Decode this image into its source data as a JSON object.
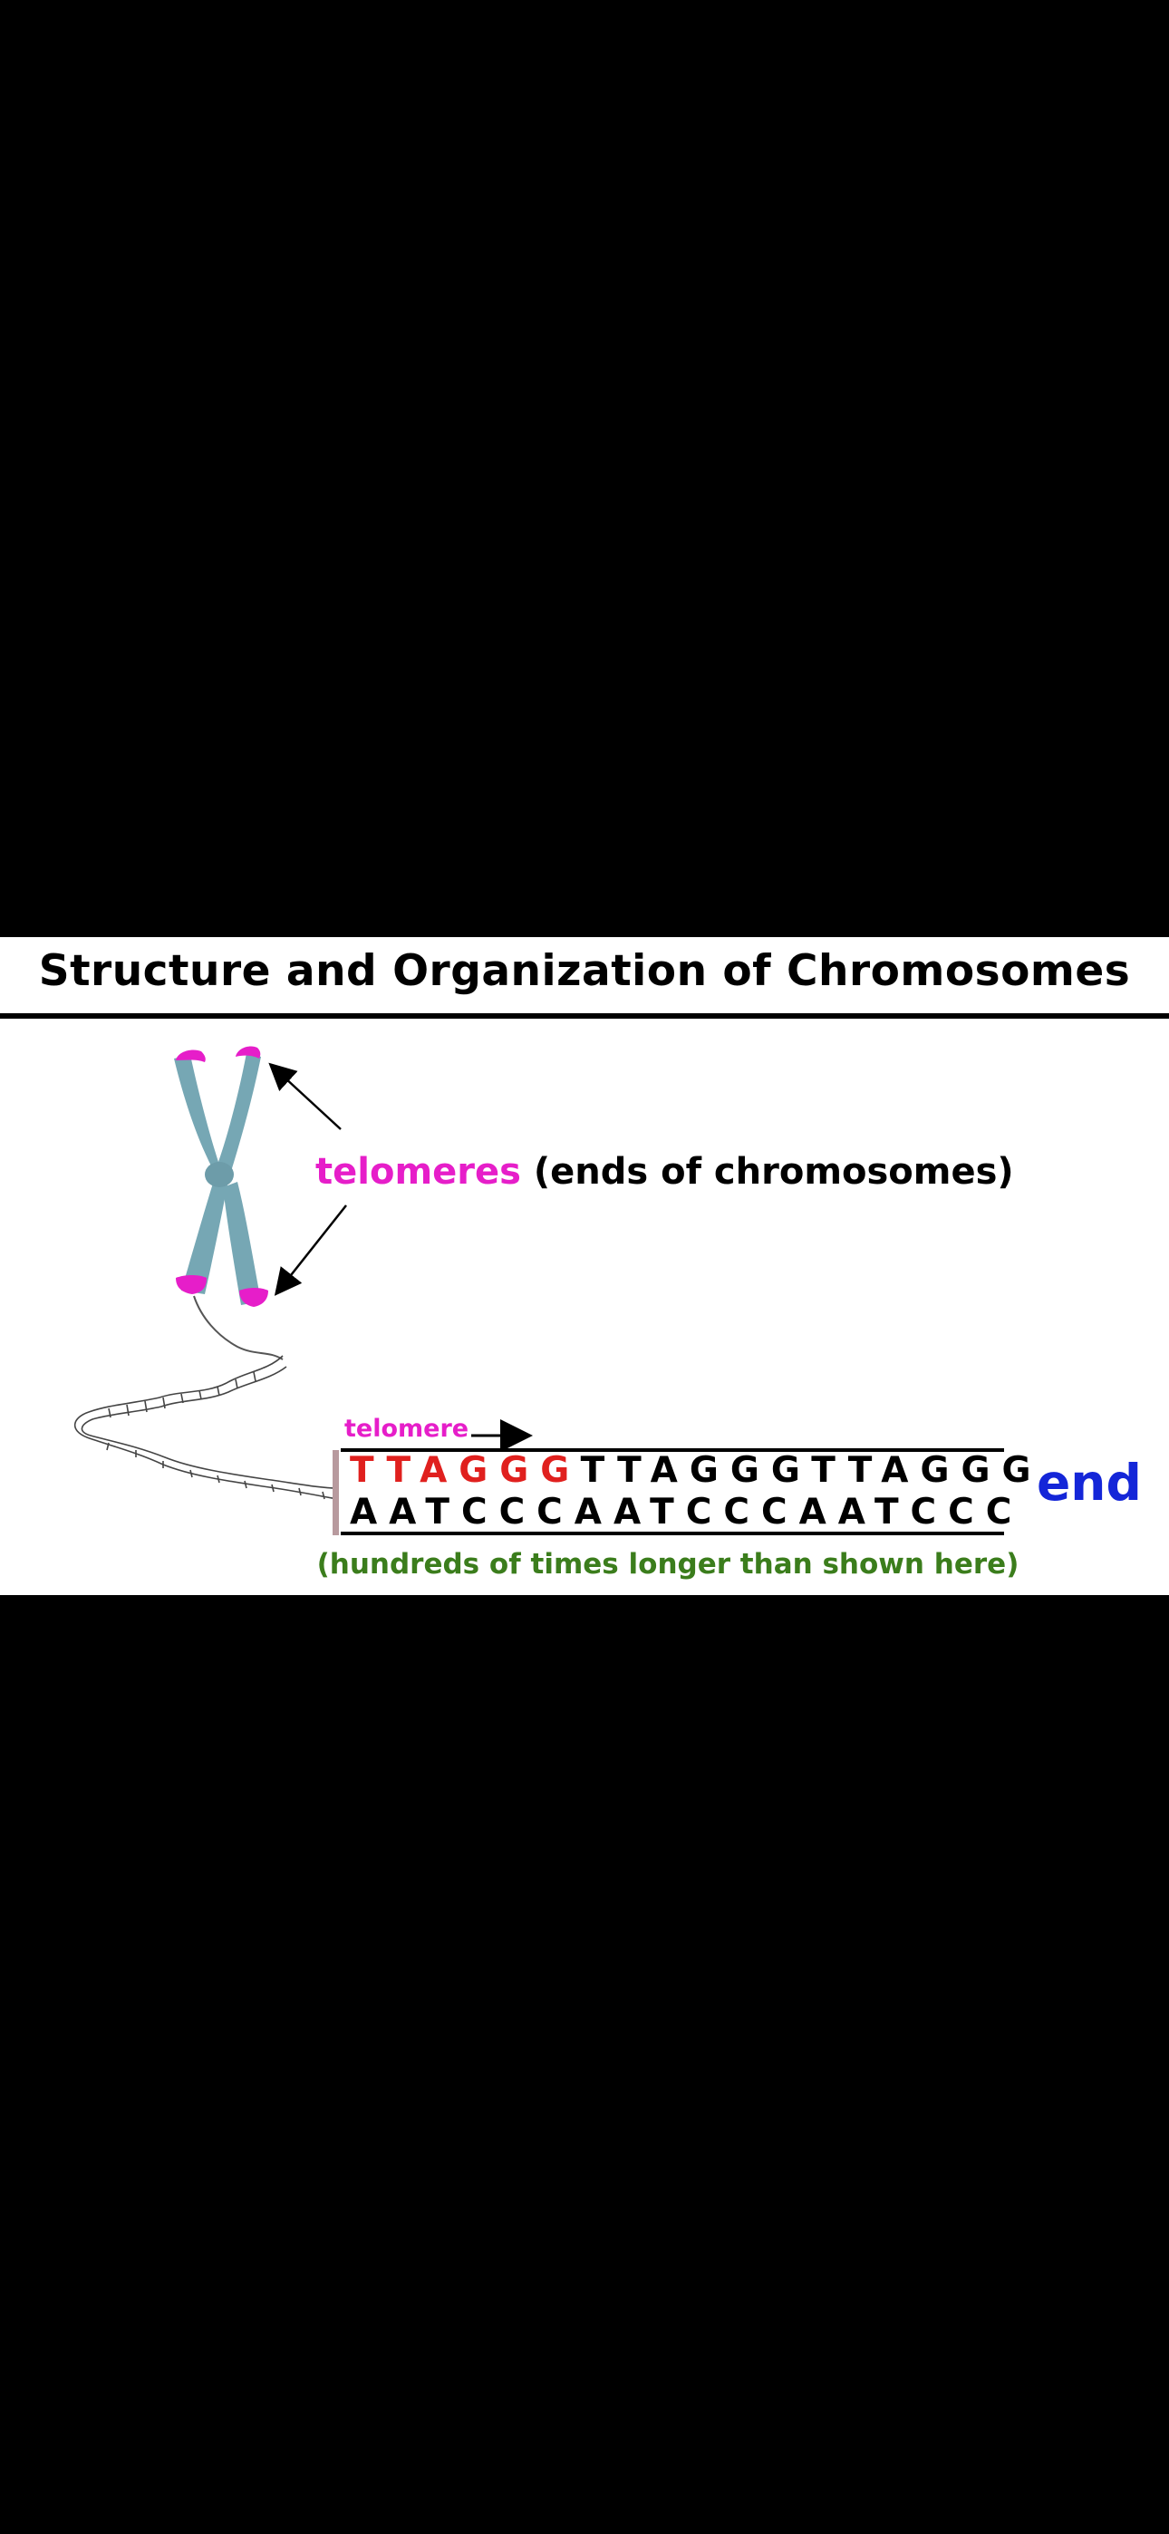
{
  "title": "Structure and Organization of Chromosomes",
  "labels": {
    "telomeres_word": "telomeres",
    "telomeres_desc": "(ends of chromosomes)",
    "telomere_small": "telomere",
    "end": "end",
    "note": "(hundreds of times longer than shown here)"
  },
  "sequence": {
    "top_highlight": "TTAGGG",
    "top_rest": "TTAGGGTTAGGG",
    "bottom": "AATCCCAATCCCAATCCC"
  },
  "colors": {
    "chromosome": "#76a7b4",
    "telomere": "#e61ec9",
    "highlight": "#e0201e",
    "end": "#1426d8",
    "note": "#3b7d1c"
  }
}
